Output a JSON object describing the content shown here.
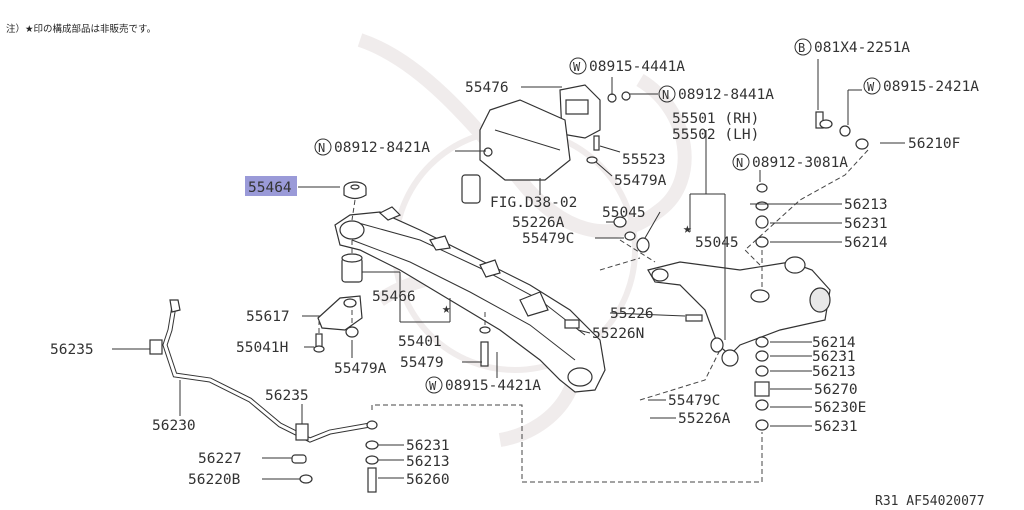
{
  "note": "注）★印の構成部品は非販売です。",
  "footer": "R31  AF54020077",
  "highlight_color": "#9a9ad8",
  "labels": {
    "w_08915_4441A": "08915-4441A",
    "n_08912_8441A": "08912-8441A",
    "b_081X4_2251A": "081X4-2251A",
    "w_08915_2421A": "08915-2421A",
    "p55476": "55476",
    "n_08912_8421A": "08912-8421A",
    "p55523": "55523",
    "p55479A_top": "55479A",
    "p55501": "55501 (RH)",
    "p55502": "55502 (LH)",
    "p56210F": "56210F",
    "n_08912_3081A": "08912-3081A",
    "p55464": "55464",
    "fig": "FIG.D38-02",
    "p55226A_top": "55226A",
    "p55045_a": "55045",
    "p55479C_top": "55479C",
    "p55045_b": "55045",
    "p56213_a": "56213",
    "p56231_a": "56231",
    "p56214_a": "56214",
    "p55466": "55466",
    "p55617": "55617",
    "p55226": "55226",
    "p55226N": "55226N",
    "p56235_left": "56235",
    "p55041H": "55041H",
    "p55401": "55401",
    "p56214_b": "56214",
    "p56231_b": "56231",
    "p56213_b": "56213",
    "p55479": "55479",
    "p55479A_bot": "55479A",
    "p56270": "56270",
    "w_08915_4421A": "08915-4421A",
    "p56235_mid": "56235",
    "p55479C_bot": "55479C",
    "p56230E": "56230E",
    "p56230": "56230",
    "p55226A_bot": "55226A",
    "p56231_c": "56231",
    "p56227": "56227",
    "p56231_d": "56231",
    "p56213_c": "56213",
    "p56220B": "56220B",
    "p56260": "56260"
  },
  "prefixes": {
    "W": "W",
    "N": "N",
    "B": "B"
  },
  "star": "★"
}
